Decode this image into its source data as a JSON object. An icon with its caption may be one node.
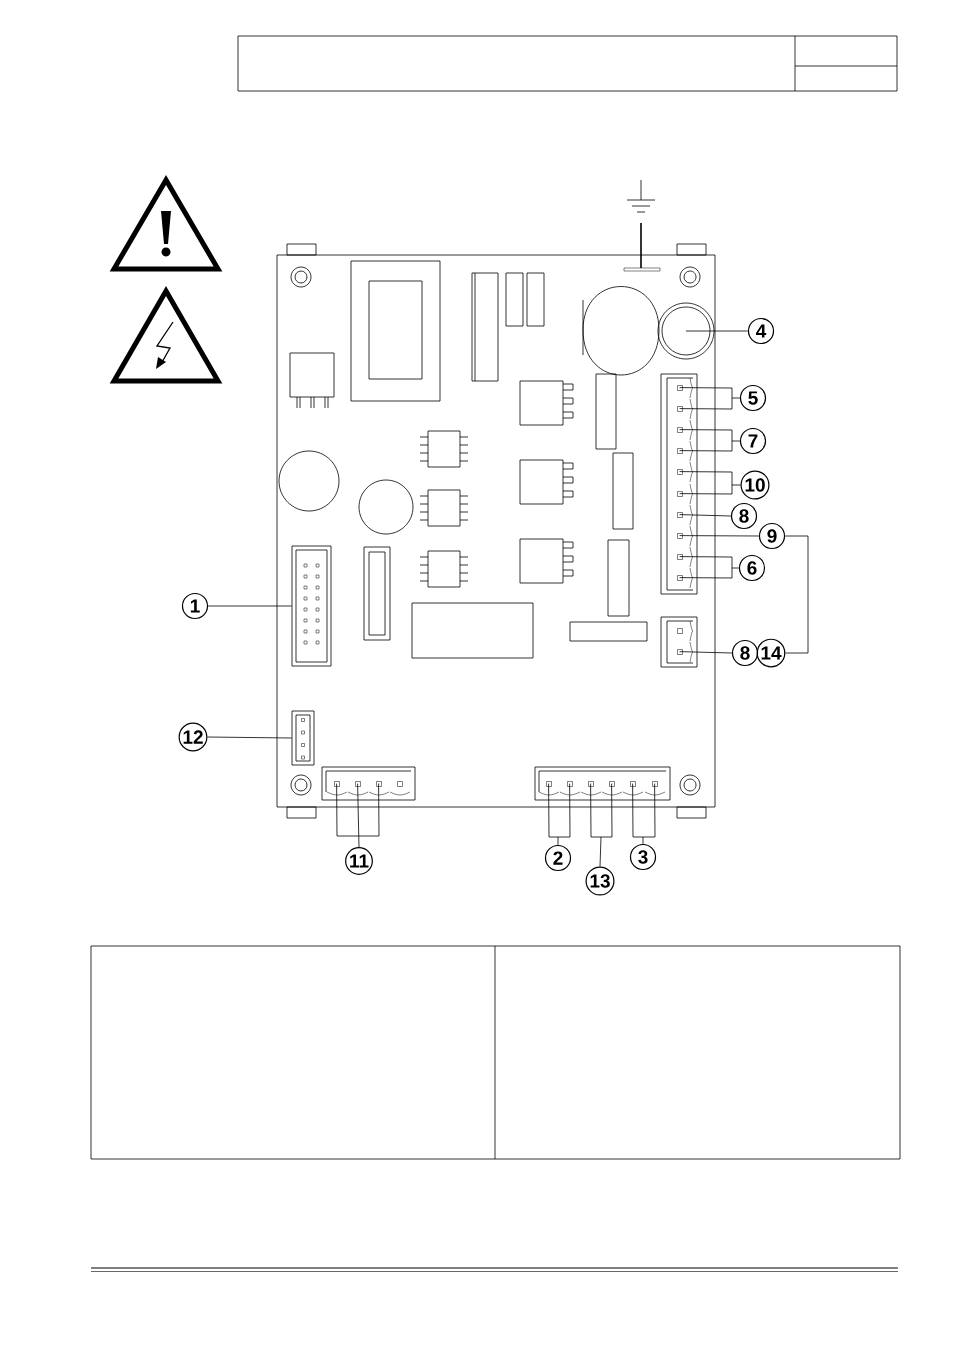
{
  "diagram": {
    "nodes": [
      {
        "text": [
          "1"
        ]
      },
      {
        "text": [
          "12"
        ]
      },
      {
        "text": [
          "11"
        ]
      },
      {
        "text": [
          "2"
        ]
      },
      {
        "text": [
          "13"
        ]
      },
      {
        "text": [
          "3"
        ]
      },
      {
        "text": [
          "4"
        ]
      },
      {
        "text": [
          "5"
        ]
      },
      {
        "text": [
          "7"
        ]
      },
      {
        "text": [
          "10"
        ]
      },
      {
        "text": [
          "8"
        ]
      },
      {
        "text": [
          "9"
        ]
      },
      {
        "text": [
          "6"
        ]
      },
      {
        "text": [
          "8"
        ]
      },
      {
        "text": [
          "14"
        ]
      },
      {
        "text": [],
        "shape": "box"
      },
      {
        "text": [],
        "shape": "box"
      },
      {
        "text": [],
        "shape": "box"
      },
      {
        "text": [],
        "shape": "box"
      },
      {
        "text": [],
        "shape": "circle"
      },
      {
        "text": [],
        "shape": "box"
      },
      {
        "text": [],
        "shape": "box"
      }
    ],
    "edges": [
      {
        "from": 0,
        "to": 15,
        "arrow": "none"
      },
      {
        "from": 1,
        "to": 16,
        "arrow": "none"
      },
      {
        "from": 2,
        "to": 17,
        "arrow": "none"
      },
      {
        "from": 3,
        "to": 18,
        "arrow": "none"
      },
      {
        "from": 4,
        "to": 18,
        "arrow": "none"
      },
      {
        "from": 5,
        "to": 18,
        "arrow": "none"
      },
      {
        "from": 6,
        "to": 19,
        "arrow": "none"
      },
      {
        "from": 7,
        "to": 20,
        "arrow": "none"
      },
      {
        "from": 8,
        "to": 20,
        "arrow": "none"
      },
      {
        "from": 9,
        "to": 20,
        "arrow": "none"
      },
      {
        "from": 10,
        "to": 20,
        "arrow": "none"
      },
      {
        "from": 11,
        "to": 20,
        "arrow": "none"
      },
      {
        "from": 12,
        "to": 20,
        "arrow": "none"
      },
      {
        "from": 13,
        "to": 21,
        "arrow": "none"
      },
      {
        "from": 11,
        "to": 14,
        "arrow": "none"
      }
    ]
  }
}
